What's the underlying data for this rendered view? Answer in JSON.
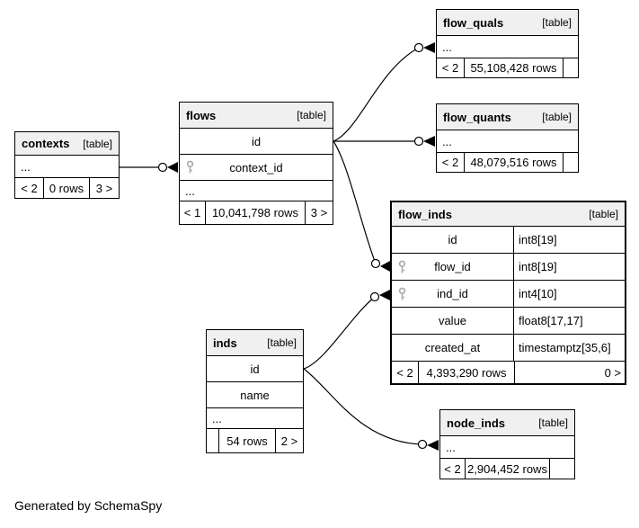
{
  "credit": "Generated by SchemaSpy",
  "colors": {
    "header_bg": "#f0f0f0",
    "border": "#000000",
    "key_icon": "#aaaaaa",
    "background": "#ffffff"
  },
  "tables": {
    "contexts": {
      "name": "contexts",
      "tag": "[table]",
      "rows": [
        {
          "name": "..."
        }
      ],
      "footer": {
        "left": "< 2",
        "center": "0 rows",
        "right": "3 >"
      }
    },
    "flows": {
      "name": "flows",
      "tag": "[table]",
      "rows": [
        {
          "name": "id"
        },
        {
          "name": "context_id",
          "key": true
        },
        {
          "name": "..."
        }
      ],
      "footer": {
        "left": "< 1",
        "center": "10,041,798 rows",
        "right": "3 >"
      }
    },
    "flow_quals": {
      "name": "flow_quals",
      "tag": "[table]",
      "rows": [
        {
          "name": "..."
        }
      ],
      "footer": {
        "left": "< 2",
        "center": "55,108,428 rows",
        "right": ""
      }
    },
    "flow_quants": {
      "name": "flow_quants",
      "tag": "[table]",
      "rows": [
        {
          "name": "..."
        }
      ],
      "footer": {
        "left": "< 2",
        "center": "48,079,516 rows",
        "right": ""
      }
    },
    "flow_inds": {
      "name": "flow_inds",
      "tag": "[table]",
      "columns": [
        {
          "name": "id",
          "type": "int8[19]",
          "key": false
        },
        {
          "name": "flow_id",
          "type": "int8[19]",
          "key": true
        },
        {
          "name": "ind_id",
          "type": "int4[10]",
          "key": true
        },
        {
          "name": "value",
          "type": "float8[17,17]",
          "key": false
        },
        {
          "name": "created_at",
          "type": "timestamptz[35,6]",
          "key": false
        }
      ],
      "footer": {
        "left": "< 2",
        "center": "4,393,290 rows",
        "right": "0 >"
      }
    },
    "inds": {
      "name": "inds",
      "tag": "[table]",
      "rows": [
        {
          "name": "id"
        },
        {
          "name": "name"
        },
        {
          "name": "..."
        }
      ],
      "footer": {
        "left": "",
        "center": "54 rows",
        "right": "2 >"
      }
    },
    "node_inds": {
      "name": "node_inds",
      "tag": "[table]",
      "rows": [
        {
          "name": "..."
        }
      ],
      "footer": {
        "left": "< 2",
        "center": "2,904,452 rows",
        "right": ""
      }
    }
  }
}
